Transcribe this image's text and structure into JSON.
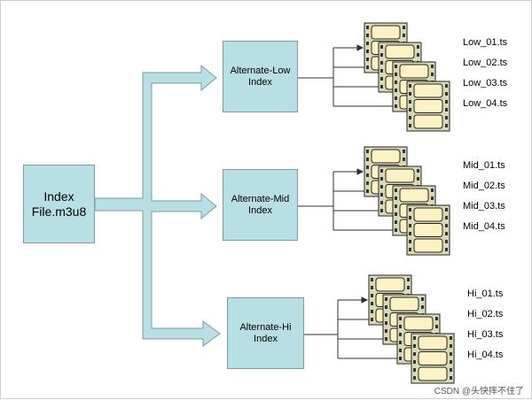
{
  "index": {
    "label": "Index\nFile.m3u8"
  },
  "streams": [
    {
      "label": "Alternate-Low\nIndex",
      "files": [
        "Low_01.ts",
        "Low_02.ts",
        "Low_03.ts",
        "Low_04.ts"
      ]
    },
    {
      "label": "Alternate-Mid\nIndex",
      "files": [
        "Mid_01.ts",
        "Mid_02.ts",
        "Mid_03.ts",
        "Mid_04.ts"
      ]
    },
    {
      "label": "Alternate-Hi\nIndex",
      "files": [
        "Hi_01.ts",
        "Hi_02.ts",
        "Hi_03.ts",
        "Hi_04.ts"
      ]
    }
  ],
  "watermark": "CSDN @头快摔不住了",
  "colors": {
    "box_fill": "#b8dfe3",
    "box_border": "#7a9ea2",
    "film_frame": "#d9d9b8",
    "film_cell": "#fdf2c4",
    "connector": "#2f2f2f"
  }
}
